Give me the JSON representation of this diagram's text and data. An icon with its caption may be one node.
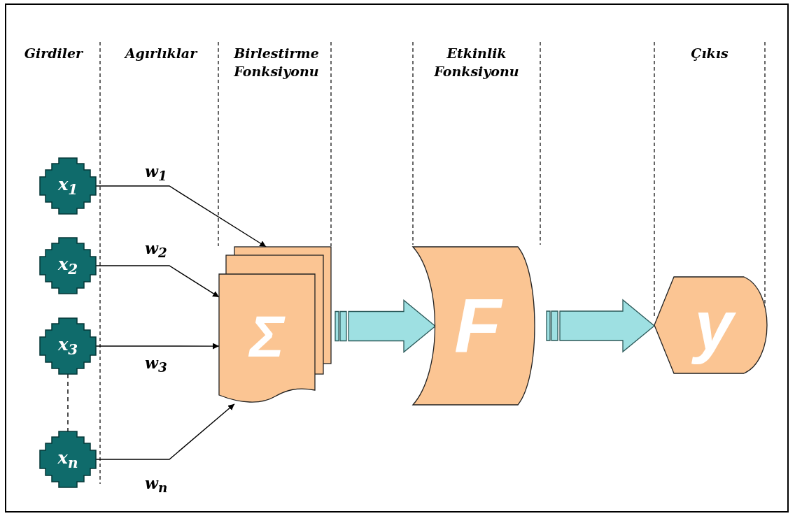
{
  "diagram": {
    "nodes": [
      {
        "text": [
          "x$_{1}$"
        ]
      },
      {
        "text": [
          "x$_{2}$"
        ]
      },
      {
        "text": [
          "x$_{3}$"
        ]
      },
      {
        "text": [
          "x$_{n}$"
        ]
      },
      {
        "text": [
          "Σ"
        ]
      },
      {
        "text": [
          "F"
        ]
      },
      {
        "text": [
          "y"
        ]
      }
    ],
    "edges": [
      {
        "from": 0,
        "to": 4,
        "arrow": "to",
        "label": "w$_{1}$"
      },
      {
        "from": 1,
        "to": 4,
        "arrow": "to",
        "label": "w$_{2}$"
      },
      {
        "from": 2,
        "to": 4,
        "arrow": "to",
        "label": "w$_{3}$"
      },
      {
        "from": 3,
        "to": 4,
        "arrow": "to",
        "label": "w$_{n}$"
      },
      {
        "from": 2,
        "to": 3,
        "arrow": "none",
        "style": "dashed"
      },
      {
        "from": 4,
        "to": 5,
        "arrow": "to",
        "style": "thick",
        "color": "#9ee0e2"
      },
      {
        "from": 5,
        "to": 6,
        "arrow": "to",
        "style": "thick",
        "color": "#9ee0e2"
      }
    ],
    "labels": [
      "Girdiler",
      "Agırlıklar",
      "Birlestirme Fonksiyonu",
      "Etkinlik Fonksiyonu",
      "Çıkıs"
    ]
  }
}
